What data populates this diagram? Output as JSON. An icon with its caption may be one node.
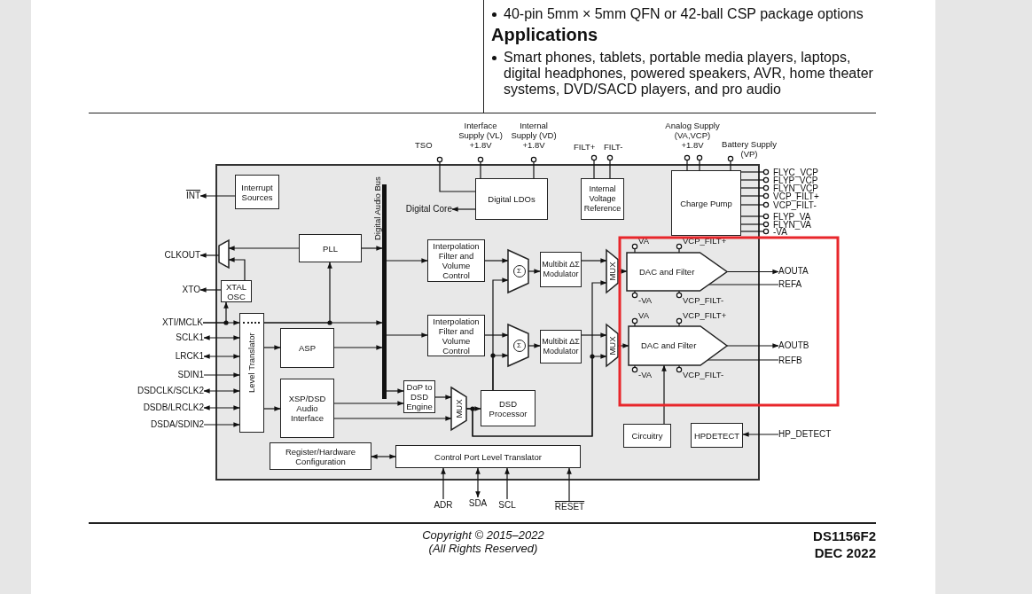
{
  "diagram": {
    "nodes": [
      {
        "text": [],
        "shape": "box"
      },
      {
        "text": [
          "TSO"
        ]
      },
      {
        "text": [
          "Interface Supply (VL) +1.8V"
        ]
      },
      {
        "text": [
          "Internal Supply (VD) +1.8V"
        ]
      },
      {
        "text": [
          "FILT+"
        ]
      },
      {
        "text": [
          "FILT-"
        ]
      },
      {
        "text": [
          "Analog Supply (VA,VCP) +1.8V"
        ]
      },
      {
        "text": [
          "Battery Supply (VP)"
        ]
      },
      {
        "text": [
          "Interrupt Sources"
        ],
        "in": 0
      },
      {
        "text": [
          "Digital LDOs"
        ],
        "in": 0
      },
      {
        "text": [
          "Digital Core"
        ],
        "in": 0
      },
      {
        "text": [
          "Internal Voltage Reference"
        ],
        "in": 0
      },
      {
        "text": [
          "Charge Pump"
        ],
        "in": 0
      },
      {
        "text": [
          "FLYC_VCP"
        ]
      },
      {
        "text": [
          "FLYP_VCP"
        ]
      },
      {
        "text": [
          "FLYN_VCP"
        ]
      },
      {
        "text": [
          "VCP_FILT+"
        ]
      },
      {
        "text": [
          "VCP_FILT-"
        ]
      },
      {
        "text": [
          "FLYP_VA"
        ]
      },
      {
        "text": [
          "FLYN_VA"
        ]
      },
      {
        "text": [
          "-VA"
        ]
      },
      {
        "text": [
          "INT"
        ]
      },
      {
        "text": [
          "CLKOUT"
        ]
      },
      {
        "text": [],
        "shape": "trapezoid",
        "in": 0
      },
      {
        "text": [
          "PLL"
        ],
        "in": 0
      },
      {
        "text": [],
        "shape": "bar",
        "beside": [
          "Digital Audio Bus"
        ],
        "in": 0
      },
      {
        "text": [
          "Interpolation Filter and Volume Control"
        ],
        "in": 0
      },
      {
        "text": [
          "Σ"
        ],
        "in": 0
      },
      {
        "text": [
          "Multibit ΔΣ Modulator"
        ],
        "in": 0
      },
      {
        "text": [
          "MUX"
        ],
        "in": 0
      },
      {
        "text": [
          "DAC and Filter"
        ],
        "in": 0
      },
      {
        "text": [
          "VA"
        ],
        "in": 0
      },
      {
        "text": [
          "VCP_FILT+"
        ],
        "in": 0
      },
      {
        "text": [
          "-VA"
        ],
        "in": 0
      },
      {
        "text": [
          "VCP_FILT-"
        ],
        "in": 0
      },
      {
        "text": [
          "AOUTA"
        ]
      },
      {
        "text": [
          "REFA"
        ]
      },
      {
        "text": [
          "XTO"
        ]
      },
      {
        "text": [
          "XTAL OSC"
        ],
        "in": 0
      },
      {
        "text": [
          "XTI/MCLK"
        ]
      },
      {
        "text": [
          "Level Translator"
        ],
        "in": 0
      },
      {
        "text": [
          "SCLK1"
        ]
      },
      {
        "text": [
          "LRCK1"
        ]
      },
      {
        "text": [
          "SDIN1"
        ]
      },
      {
        "text": [
          "DSDCLK/SCLK2"
        ]
      },
      {
        "text": [
          "DSDB/LRCLK2"
        ]
      },
      {
        "text": [
          "DSDA/SDIN2"
        ]
      },
      {
        "text": [
          "ASP"
        ],
        "in": 0
      },
      {
        "text": [
          "Interpolation Filter and Volume Control"
        ],
        "in": 0
      },
      {
        "text": [
          "Σ"
        ],
        "in": 0
      },
      {
        "text": [
          "Multibit ΔΣ Modulator"
        ],
        "in": 0
      },
      {
        "text": [
          "MUX"
        ],
        "in": 0
      },
      {
        "text": [
          "DAC and Filter"
        ],
        "in": 0
      },
      {
        "text": [
          "VA"
        ],
        "in": 0
      },
      {
        "text": [
          "VCP_FILT+"
        ],
        "in": 0
      },
      {
        "text": [
          "-VA"
        ],
        "in": 0
      },
      {
        "text": [
          "VCP_FILT-"
        ],
        "in": 0
      },
      {
        "text": [
          "AOUTB"
        ]
      },
      {
        "text": [
          "REFB"
        ]
      },
      {
        "text": [
          "XSP/DSD Audio Interface"
        ],
        "in": 0
      },
      {
        "text": [
          "DoP to DSD Engine"
        ],
        "in": 0
      },
      {
        "text": [
          "MUX"
        ],
        "in": 0
      },
      {
        "text": [
          "DSD Processor"
        ],
        "in": 0
      },
      {
        "text": [
          "Circuitry"
        ],
        "in": 0
      },
      {
        "text": [
          "HPDETECT"
        ],
        "in": 0
      },
      {
        "text": [
          "HP_DETECT"
        ]
      },
      {
        "text": [
          "Register/Hardware Configuration"
        ],
        "in": 0
      },
      {
        "text": [
          "Control Port Level Translator"
        ],
        "in": 0
      },
      {
        "text": [
          "ADR"
        ]
      },
      {
        "text": [
          "SDA"
        ]
      },
      {
        "text": [
          "SCL"
        ]
      },
      {
        "text": [
          "RESET"
        ]
      }
    ],
    "edges": [
      {
        "from": 1,
        "to": 9,
        "arrow": "other"
      },
      {
        "from": 2,
        "to": 9,
        "arrow": "other"
      },
      {
        "from": 3,
        "to": 9,
        "arrow": "other"
      },
      {
        "from": 4,
        "to": 11,
        "arrow": "other"
      },
      {
        "from": 5,
        "to": 11,
        "arrow": "other"
      },
      {
        "from": 6,
        "to": 12,
        "arrow": "other"
      },
      {
        "from": 6,
        "to": 12,
        "arrow": "other"
      },
      {
        "from": 7,
        "to": 12,
        "arrow": "other"
      },
      {
        "from": 13,
        "to": 12,
        "arrow": "other"
      },
      {
        "from": 14,
        "to": 12,
        "arrow": "other"
      },
      {
        "from": 15,
        "to": 12,
        "arrow": "other"
      },
      {
        "from": 16,
        "to": 12,
        "arrow": "other"
      },
      {
        "from": 17,
        "to": 12,
        "arrow": "other"
      },
      {
        "from": 18,
        "to": 12,
        "arrow": "other"
      },
      {
        "from": 19,
        "to": 12,
        "arrow": "other"
      },
      {
        "from": 20,
        "to": 12,
        "arrow": "other"
      },
      {
        "from": 8,
        "to": 21,
        "arrow": "to"
      },
      {
        "from": 9,
        "to": 10,
        "arrow": "to"
      },
      {
        "from": 24,
        "to": 23,
        "arrow": "to"
      },
      {
        "from": 38,
        "to": 23,
        "arrow": "to"
      },
      {
        "from": 23,
        "to": 22,
        "arrow": "to"
      },
      {
        "from": 38,
        "to": 37,
        "arrow": "to"
      },
      {
        "from": 39,
        "to": 38,
        "arrow": "to"
      },
      {
        "from": 39,
        "to": 40,
        "arrow": "to"
      },
      {
        "from": 40,
        "to": 24,
        "arrow": "to"
      },
      {
        "from": 40,
        "to": 25,
        "arrow": "to"
      },
      {
        "from": 24,
        "to": 25,
        "arrow": "to"
      },
      {
        "from": 41,
        "to": 40,
        "arrow": "both"
      },
      {
        "from": 42,
        "to": 40,
        "arrow": "both"
      },
      {
        "from": 43,
        "to": 40,
        "arrow": "to"
      },
      {
        "from": 44,
        "to": 40,
        "arrow": "both"
      },
      {
        "from": 45,
        "to": 40,
        "arrow": "both"
      },
      {
        "from": 46,
        "to": 40,
        "arrow": "to"
      },
      {
        "from": 40,
        "to": 47,
        "arrow": "to"
      },
      {
        "from": 40,
        "to": 59,
        "arrow": "to"
      },
      {
        "from": 47,
        "to": 25,
        "arrow": "to"
      },
      {
        "from": 25,
        "to": 26,
        "arrow": "to"
      },
      {
        "from": 25,
        "to": 48,
        "arrow": "to"
      },
      {
        "from": 25,
        "to": 60,
        "arrow": "to"
      },
      {
        "from": 26,
        "to": 27,
        "arrow": "to"
      },
      {
        "from": 48,
        "to": 49,
        "arrow": "to"
      },
      {
        "from": 62,
        "to": 27,
        "arrow": "to"
      },
      {
        "from": 62,
        "to": 49,
        "arrow": "to"
      },
      {
        "from": 27,
        "to": 28,
        "arrow": "to"
      },
      {
        "from": 49,
        "to": 50,
        "arrow": "to"
      },
      {
        "from": 28,
        "to": 29,
        "arrow": "to"
      },
      {
        "from": 50,
        "to": 51,
        "arrow": "to"
      },
      {
        "from": 61,
        "to": 29,
        "arrow": "to"
      },
      {
        "from": 61,
        "to": 51,
        "arrow": "to"
      },
      {
        "from": 29,
        "to": 30,
        "arrow": "to"
      },
      {
        "from": 51,
        "to": 52,
        "arrow": "to"
      },
      {
        "from": 30,
        "to": 35,
        "arrow": "to"
      },
      {
        "from": 30,
        "to": 36,
        "arrow": "none"
      },
      {
        "from": 52,
        "to": 57,
        "arrow": "to"
      },
      {
        "from": 52,
        "to": 58,
        "arrow": "none"
      },
      {
        "from": 31,
        "to": 30,
        "arrow": "other"
      },
      {
        "from": 32,
        "to": 30,
        "arrow": "other"
      },
      {
        "from": 33,
        "to": 30,
        "arrow": "other"
      },
      {
        "from": 34,
        "to": 30,
        "arrow": "other"
      },
      {
        "from": 53,
        "to": 52,
        "arrow": "other"
      },
      {
        "from": 54,
        "to": 52,
        "arrow": "other"
      },
      {
        "from": 55,
        "to": 52,
        "arrow": "other"
      },
      {
        "from": 56,
        "to": 52,
        "arrow": "other"
      },
      {
        "from": 59,
        "to": 60,
        "arrow": "to"
      },
      {
        "from": 59,
        "to": 61,
        "arrow": "to"
      },
      {
        "from": 60,
        "to": 61,
        "arrow": "to"
      },
      {
        "from": 61,
        "to": 62,
        "arrow": "to"
      },
      {
        "from": 63,
        "to": 52,
        "arrow": "to"
      },
      {
        "from": 65,
        "to": 64,
        "arrow": "to"
      },
      {
        "from": 66,
        "to": 67,
        "arrow": "both"
      },
      {
        "from": 68,
        "to": 67,
        "arrow": "to"
      },
      {
        "from": 69,
        "to": 67,
        "arrow": "both"
      },
      {
        "from": 70,
        "to": 67,
        "arrow": "to"
      },
      {
        "from": 71,
        "to": 67,
        "arrow": "to"
      }
    ],
    "labels": [
      "40-pin 5mm × 5mm QFN or 42-ball CSP package options",
      "Applications",
      "Smart phones, tablets, portable media players, laptops, digital headphones, powered speakers, AVR, home theater systems, DVD/SACD players, and pro audio",
      "Copyright © 2015–2022",
      "(All Rights Reserved)",
      "DS1156F2",
      "DEC 2022"
    ]
  }
}
